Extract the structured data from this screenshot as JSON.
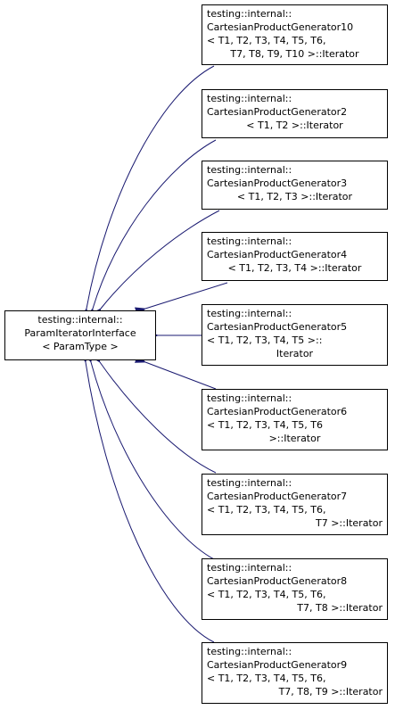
{
  "base": {
    "lines": [
      "testing::internal::",
      "ParamIteratorInterface",
      "< ParamType >"
    ]
  },
  "derived": [
    {
      "lines": [
        "testing::internal::",
        "CartesianProductGenerator10",
        "< T1, T2, T3, T4, T5, T6,",
        "T7, T8, T9, T10 >::Iterator"
      ]
    },
    {
      "lines": [
        "testing::internal::",
        "CartesianProductGenerator2",
        "< T1, T2 >::Iterator"
      ]
    },
    {
      "lines": [
        "testing::internal::",
        "CartesianProductGenerator3",
        "< T1, T2, T3 >::Iterator"
      ]
    },
    {
      "lines": [
        "testing::internal::",
        "CartesianProductGenerator4",
        "< T1, T2, T3, T4 >::Iterator"
      ]
    },
    {
      "lines": [
        "testing::internal::",
        "CartesianProductGenerator5",
        "< T1, T2, T3, T4, T5 >::",
        "Iterator"
      ]
    },
    {
      "lines": [
        "testing::internal::",
        "CartesianProductGenerator6",
        "< T1, T2, T3, T4, T5, T6",
        ">::Iterator"
      ]
    },
    {
      "lines": [
        "testing::internal::",
        "CartesianProductGenerator7",
        "< T1, T2, T3, T4, T5, T6,",
        "T7 >::Iterator"
      ]
    },
    {
      "lines": [
        "testing::internal::",
        "CartesianProductGenerator8",
        "< T1, T2, T3, T4, T5, T6,",
        "T7, T8 >::Iterator"
      ]
    },
    {
      "lines": [
        "testing::internal::",
        "CartesianProductGenerator9",
        "< T1, T2, T3, T4, T5, T6,",
        "T7, T8, T9 >::Iterator"
      ]
    }
  ],
  "colors": {
    "edge": "#191970",
    "border": "#000000"
  }
}
